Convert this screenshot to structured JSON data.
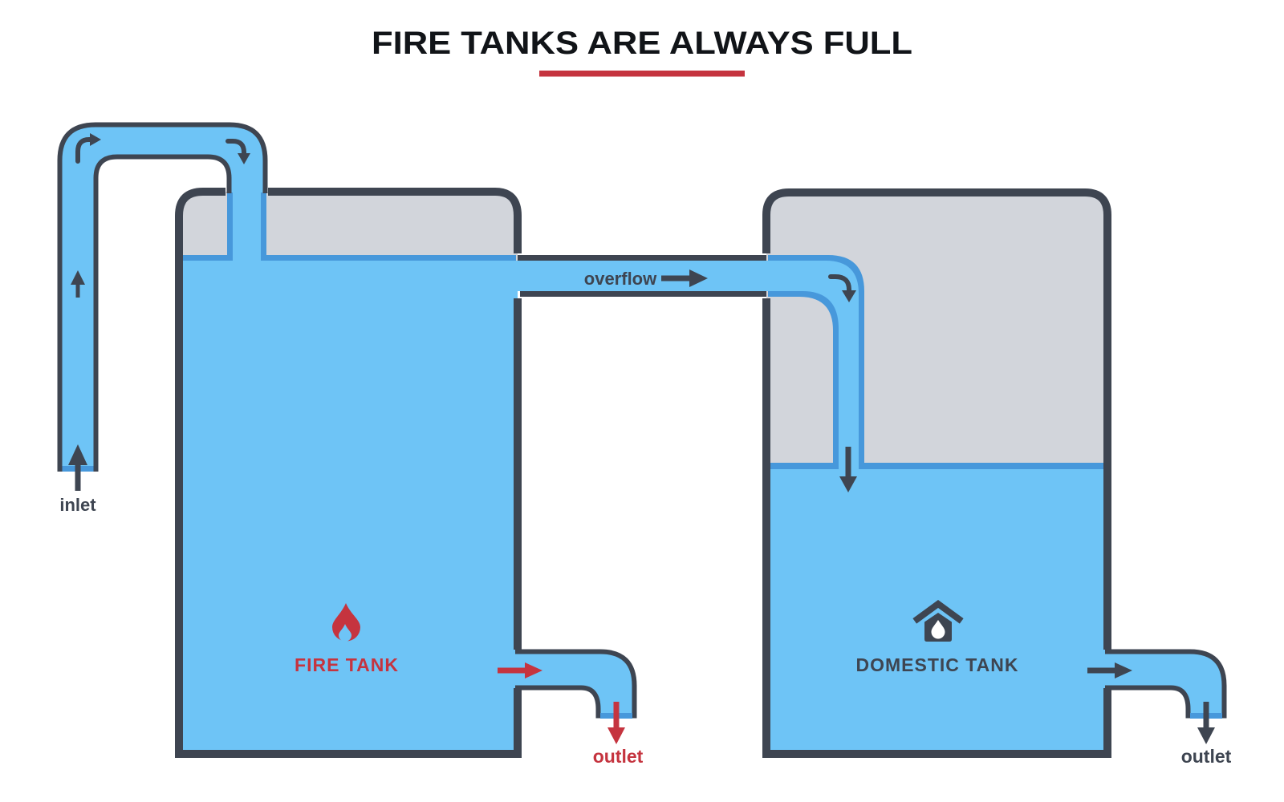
{
  "title": "FIRE TANKS ARE ALWAYS FULL",
  "tanks": [
    {
      "name": "fire-tank",
      "label": "FIRE TANK",
      "icon": "flame-icon",
      "state": "full",
      "label_color": "#C5343F"
    },
    {
      "name": "domestic-tank",
      "label": "DOMESTIC TANK",
      "icon": "house-water-icon",
      "state": "partially-full",
      "label_color": "#3E4551"
    }
  ],
  "pipe_labels": {
    "inlet": "inlet",
    "overflow": "overflow",
    "fire_outlet": "outlet",
    "domestic_outlet": "outlet"
  },
  "colors": {
    "water": "#6EC4F6",
    "pipe_edge_blue": "#4798DB",
    "outline_dark": "#3E4551",
    "tank_headspace_gray": "#D2D5DB",
    "accent_red": "#C5343F",
    "title_text": "#111418",
    "background": "#FFFFFF"
  }
}
